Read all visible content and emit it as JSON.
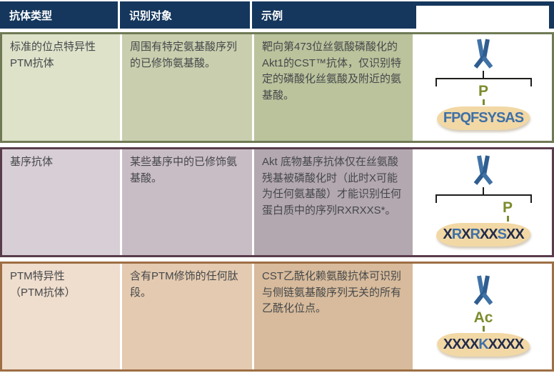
{
  "table": {
    "header": {
      "col1": "抗体类型",
      "col2": "识别对象",
      "col3": "示例",
      "col4": ""
    },
    "rows": [
      {
        "antibody_type": "标准的位点特异性PTM抗体",
        "recognition_target": "周围有特定氨基酸序列的已修饰氨基酸。",
        "example": "靶向第473位丝氨酸磷酸化的Akt1的CST™抗体，仅识别特定的磷酸化丝氨酸及附近的氨基酸。",
        "diagram": {
          "modification_label": "P",
          "sequence": "FPQFSYSAS"
        }
      },
      {
        "antibody_type": "基序抗体",
        "recognition_target": "某些基序中的已修饰氨基酸。",
        "example": "Akt 底物基序抗体仅在丝氨酸残基被磷酸化时（此时X可能为任何氨基酸）才能识别任何蛋白质中的序列RXRXXS*。",
        "diagram": {
          "modification_label": "P",
          "sequence": "XRXRXXSXX"
        }
      },
      {
        "antibody_type": "PTM特异性\n（PTM抗体）",
        "recognition_target": "含有PTM修饰的任何肽段。",
        "example": "CST乙酰化赖氨酸抗体可识别与侧链氨基酸序列无关的所有乙酰化位点。",
        "diagram": {
          "modification_label": "Ac",
          "sequence": "XXXXKXXXX"
        }
      }
    ],
    "palette": {
      "header_bg": "#15375d",
      "row1": {
        "border": "#6f7a54",
        "cell1": "#dde2c9",
        "cell2": "#c9cfae",
        "cell3": "#bac39c"
      },
      "row2": {
        "border": "#593c4c",
        "cell1": "#d8ced5",
        "cell2": "#c9bdc5",
        "cell3": "#b3a8b0"
      },
      "row3": {
        "border": "#9e6e44",
        "cell1": "#efddcd",
        "cell2": "#e4cab0",
        "cell3": "#d8bb9c"
      },
      "antibody_blue": "#3f72a6",
      "antibody_blue_dark": "#2f5d90",
      "sequence_blue": "#3e70a6",
      "sequence_dark": "#232c4a",
      "modification_green": "#7c8c2d",
      "band_tan": "#f2d8a5",
      "bracket_black": "#1d1d1b"
    }
  }
}
